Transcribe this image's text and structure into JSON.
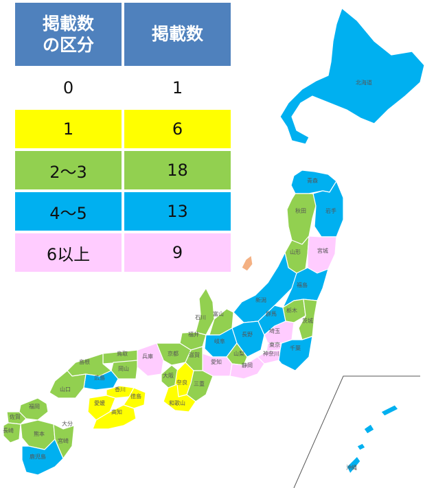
{
  "colors": {
    "level0": "#ffffff",
    "level1": "#ffff00",
    "level2_3": "#92d050",
    "level4_5": "#00b0f0",
    "level6plus": "#ffccff",
    "header": "#4f81bd"
  },
  "legend": {
    "header_range": "掲載数\nの区分",
    "header_count": "掲載数",
    "rows": [
      {
        "range": "0",
        "count": "1",
        "level": "level0"
      },
      {
        "range": "1",
        "count": "6",
        "level": "level1"
      },
      {
        "range": "2〜3",
        "count": "18",
        "level": "level2_3"
      },
      {
        "range": "4〜5",
        "count": "13",
        "level": "level4_5"
      },
      {
        "range": "6以上",
        "count": "9",
        "level": "level6plus"
      }
    ]
  },
  "map": {
    "labels": [
      "北海道",
      "青森",
      "秋田",
      "岩手",
      "山形",
      "宮城",
      "新潟",
      "福島",
      "石川",
      "富山",
      "長野",
      "群馬",
      "栃木",
      "茨城",
      "福井",
      "岐阜",
      "山梨",
      "埼玉",
      "東京",
      "神奈川",
      "千葉",
      "愛知",
      "静岡",
      "京都",
      "滋賀",
      "三重",
      "兵庫",
      "大阪",
      "奈良",
      "和歌山",
      "鳥取",
      "岡山",
      "島根",
      "広島",
      "山口",
      "香川",
      "徳島",
      "愛媛",
      "高知",
      "福岡",
      "佐賀",
      "長崎",
      "大分",
      "熊本",
      "宮崎",
      "鹿児島",
      "沖縄"
    ]
  }
}
